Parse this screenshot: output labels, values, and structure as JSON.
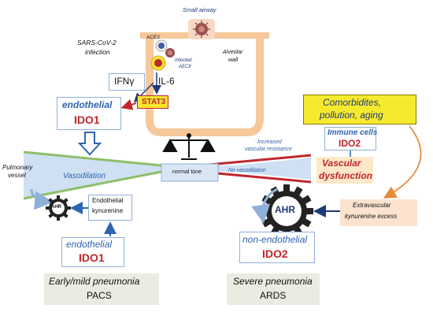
{
  "labels": {
    "small_airway": "Small airway",
    "sars": "SARS-CoV-2",
    "infection": "infection",
    "ace2": "ACE2",
    "infected": "Infected",
    "aecii": "AECII",
    "alveolar": "Alveolar",
    "wall": "wall",
    "ifng": "IFNγ",
    "il6": "IL-6",
    "stat3": "STAT3",
    "endothelial_left": "endothelial",
    "ido1_left": "IDO1",
    "comorbidities_1": "Comorbidites,",
    "comorbidities_2": "pollution, aging",
    "immune_cells": "Immune cells",
    "ido2_immune": "IDO2",
    "increased_1": "Increased",
    "increased_2": "vascular resistance",
    "pulmonary_1": "Pulmonary",
    "pulmonary_2": "vessel",
    "vasodilation": "Vasodilation",
    "normal_tone": "normal tone",
    "no_vasodilation": "No vasodilation",
    "vascular_1": "Vascular",
    "vascular_2": "dysfunction",
    "ahr_small": "AHR",
    "endo_kyn_1": "Endothelial",
    "endo_kyn_2": "kynurenine",
    "ahr_large": "AHR",
    "extravascular_1": "Extravascular",
    "extravascular_2": "kynurenine excess",
    "endothelial_bottom": "endothelial",
    "ido1_bottom": "IDO1",
    "non_endothelial": "non-endothelial",
    "ido2_bottom": "IDO2",
    "early_1": "Early/mild pneumonia",
    "early_2": "PACS",
    "severe_1": "Severe pneumonia",
    "severe_2": "ARDS"
  },
  "colors": {
    "navy": "#1f3a78",
    "red": "#c0272d",
    "blue_text": "#2f64b0",
    "box_border": "#8fb0d8",
    "yellow": "#f7ea2e",
    "stat3_fill": "#f6e52f",
    "alveolar_orange": "#f6c89a",
    "vessel_blue": "#cfe0f2",
    "vessel_green": "#8dc06a",
    "dysfunction_fill": "#fde9c9",
    "extravascular_fill": "#fbe3cf",
    "bottom_box_fill": "#ecebe1",
    "arrow_orange": "#e98a3a"
  }
}
